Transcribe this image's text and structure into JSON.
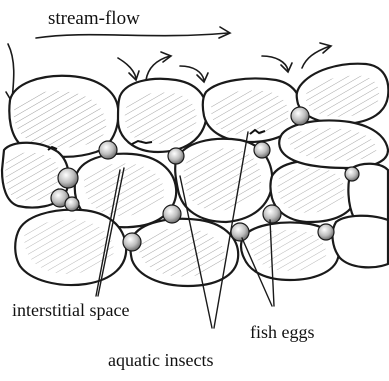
{
  "labels": {
    "stream_flow": "stream-flow",
    "interstitial_space": "interstitial space",
    "fish_eggs": "fish eggs",
    "aquatic_insects": "aquatic insects"
  },
  "colors": {
    "ink": "#1a1a1a",
    "paper": "#ffffff"
  }
}
